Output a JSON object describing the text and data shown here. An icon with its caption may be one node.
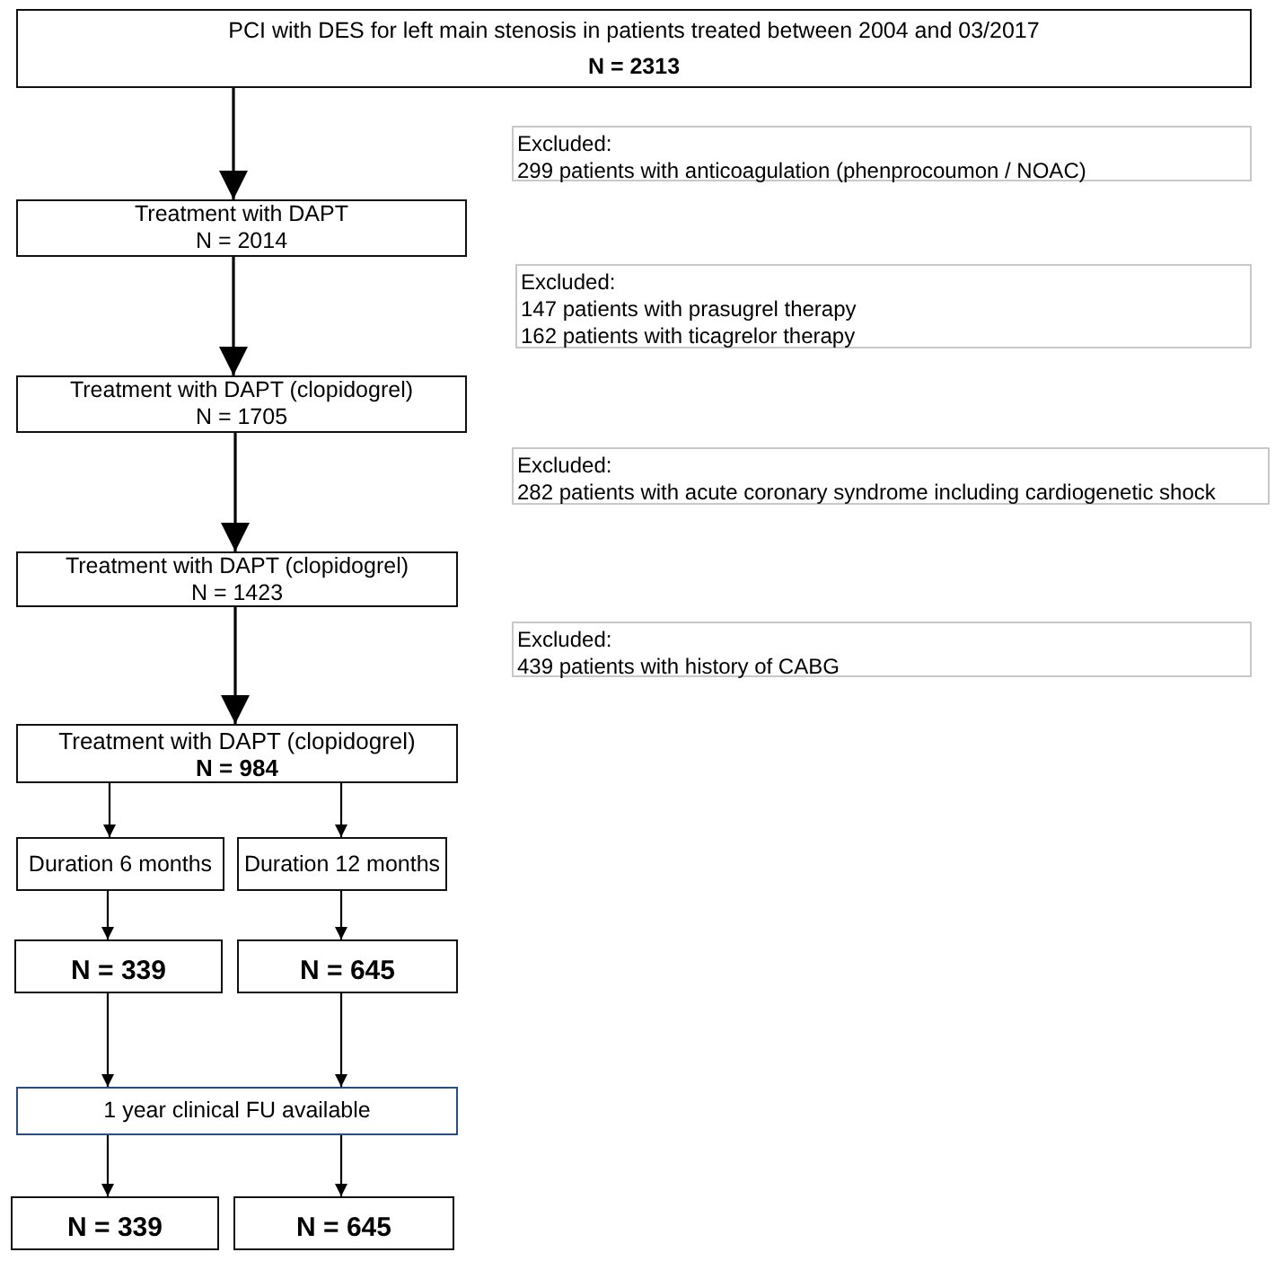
{
  "diagram": {
    "nodes": [
      {
        "text": [
          "PCI with DES for left main stenosis in patients treated between 2004 and 03/2017",
          "**N = 2313**"
        ]
      },
      {
        "text": [
          "Excluded:",
          "299 patients with anticoagulation (phenprocoumon / NOAC)"
        ]
      },
      {
        "text": [
          "Treatment with DAPT",
          "N = 2014"
        ]
      },
      {
        "text": [
          "Excluded:",
          "147 patients with prasugrel therapy",
          "162 patients with ticagrelor therapy"
        ]
      },
      {
        "text": [
          "Treatment with DAPT (clopidogrel)",
          "N = 1705"
        ]
      },
      {
        "text": [
          "Excluded:",
          "282 patients with acute coronary syndrome including cardiogenetic shock"
        ]
      },
      {
        "text": [
          "Treatment with DAPT (clopidogrel)",
          "N = 1423"
        ]
      },
      {
        "text": [
          "Excluded:",
          "439 patients with history of CABG"
        ]
      },
      {
        "text": [
          "Treatment with DAPT (clopidogrel)",
          "**N = 984**"
        ]
      },
      {
        "text": [
          "Duration 6 months"
        ]
      },
      {
        "text": [
          "Duration 12 months"
        ]
      },
      {
        "text": [
          "**N = 339**"
        ]
      },
      {
        "text": [
          "**N = 645**"
        ]
      },
      {
        "text": [
          "1 year clinical FU available"
        ]
      },
      {
        "text": [
          "**N = 339**"
        ]
      },
      {
        "text": [
          "**N = 645**"
        ]
      }
    ],
    "edges": [
      {
        "from": 0,
        "to": 2,
        "arrow": "to"
      },
      {
        "from": 2,
        "to": 4,
        "arrow": "to"
      },
      {
        "from": 4,
        "to": 6,
        "arrow": "to"
      },
      {
        "from": 6,
        "to": 8,
        "arrow": "to"
      },
      {
        "from": 8,
        "to": 9,
        "arrow": "to"
      },
      {
        "from": 8,
        "to": 10,
        "arrow": "to"
      },
      {
        "from": 9,
        "to": 11,
        "arrow": "to"
      },
      {
        "from": 10,
        "to": 12,
        "arrow": "to"
      },
      {
        "from": 11,
        "to": 13,
        "arrow": "to"
      },
      {
        "from": 12,
        "to": 13,
        "arrow": "to"
      },
      {
        "from": 13,
        "to": 14,
        "arrow": "to"
      },
      {
        "from": 13,
        "to": 15,
        "arrow": "to"
      }
    ]
  }
}
